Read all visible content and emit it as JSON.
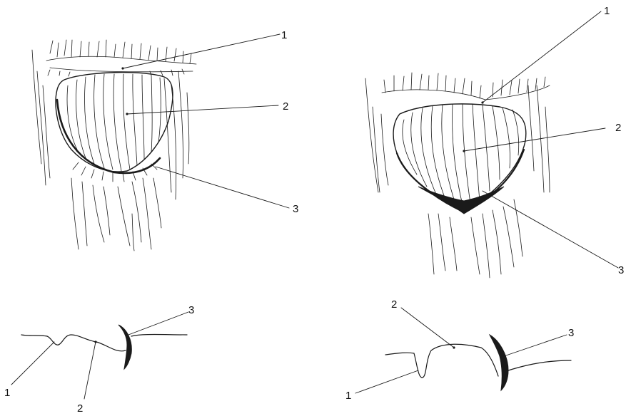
{
  "figure": {
    "panels": [
      {
        "id": "top-left",
        "labels": [
          "1",
          "2",
          "3"
        ]
      },
      {
        "id": "top-right",
        "labels": [
          "1",
          "2",
          "3"
        ]
      },
      {
        "id": "bottom-left",
        "labels": [
          "1",
          "2",
          "3"
        ]
      },
      {
        "id": "bottom-right",
        "labels": [
          "1",
          "2",
          "3"
        ]
      }
    ]
  },
  "colors": {
    "ink": "#1a1a1a",
    "background": "#ffffff"
  }
}
